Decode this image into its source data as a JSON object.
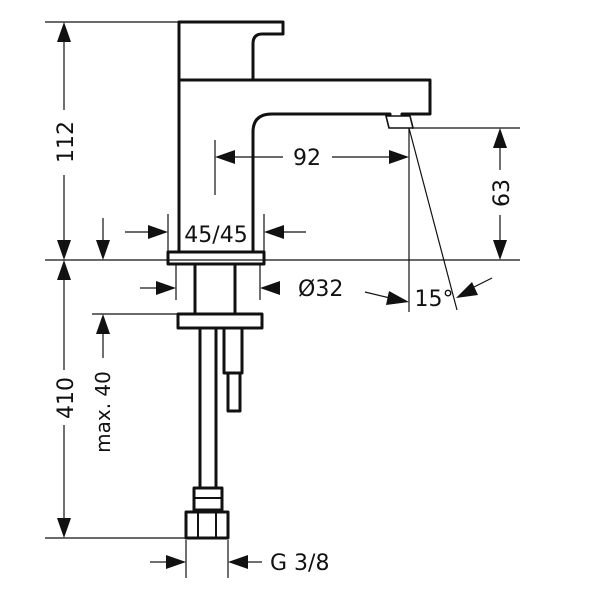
{
  "dimensions": {
    "height_top": "112",
    "spout_reach": "92",
    "spout_height": "63",
    "base_width": "45/45",
    "shank_diameter": "Ø32",
    "spray_angle": "15°",
    "shank_length": "410",
    "max_thickness": "max. 40",
    "thread": "G 3/8"
  },
  "colors": {
    "line": "#111111",
    "background": "#ffffff"
  }
}
